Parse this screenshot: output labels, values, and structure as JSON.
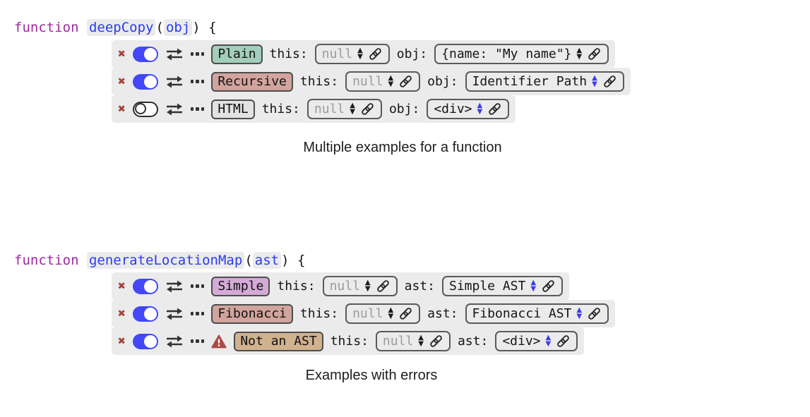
{
  "icons": {
    "delete": "✖",
    "up": "▲",
    "down": "▼"
  },
  "labels": {
    "this": "this:"
  },
  "colors": {
    "keyword": "#9c2a9e",
    "identifier": "#2b3bf2",
    "toggle_on": "#4247f8",
    "delete_x": "#a8423a",
    "warning": "#ad4a45",
    "row_bg": "#ebebeb",
    "black_arrows": "#1c1c1c",
    "blue_arrows": "#3b3bf0",
    "null_text": "#9b9b9b"
  },
  "blocks": [
    {
      "signature": {
        "keyword": "function",
        "name": "deepCopy",
        "open": "(",
        "param": "obj",
        "close": ") {"
      },
      "caption": "Multiple examples for a function",
      "rows": [
        {
          "name": "Plain",
          "badge_bg": "#a3cebc",
          "toggle": "on",
          "this_value": "null",
          "this_color": "#9b9b9b",
          "this_arrows": "#1c1c1c",
          "arg_label": "obj:",
          "arg_value": "{name: \"My name\"}",
          "arg_color": "#161616",
          "arg_arrows": "#1c1c1c"
        },
        {
          "name": "Recursive",
          "badge_bg": "#d1a49d",
          "toggle": "on",
          "this_value": "null",
          "this_color": "#9b9b9b",
          "this_arrows": "#1c1c1c",
          "arg_label": "obj:",
          "arg_value": "Identifier Path",
          "arg_color": "#161616",
          "arg_arrows": "#3b3bf0"
        },
        {
          "name": "HTML",
          "badge_bg": "#e2e2e2",
          "toggle": "off",
          "this_value": "null",
          "this_color": "#9b9b9b",
          "this_arrows": "#1c1c1c",
          "arg_label": "obj:",
          "arg_value": "<div>",
          "arg_color": "#161616",
          "arg_arrows": "#3b3bf0"
        }
      ]
    },
    {
      "signature": {
        "keyword": "function",
        "name": "generateLocationMap",
        "open": "(",
        "param": "ast",
        "close": ") {"
      },
      "caption": "Examples with errors",
      "rows": [
        {
          "name": "Simple",
          "badge_bg": "#d4aad7",
          "toggle": "on",
          "this_value": "null",
          "this_color": "#9b9b9b",
          "this_arrows": "#1c1c1c",
          "arg_label": "ast:",
          "arg_value": "Simple AST",
          "arg_color": "#161616",
          "arg_arrows": "#3b3bf0"
        },
        {
          "name": "Fibonacci",
          "badge_bg": "#d1a49d",
          "toggle": "on",
          "this_value": "null",
          "this_color": "#9b9b9b",
          "this_arrows": "#1c1c1c",
          "arg_label": "ast:",
          "arg_value": "Fibonacci AST",
          "arg_color": "#161616",
          "arg_arrows": "#3b3bf0"
        },
        {
          "name": "Not an AST",
          "badge_bg": "#d0b28e",
          "toggle": "on",
          "has_error": "true",
          "this_value": "null",
          "this_color": "#9b9b9b",
          "this_arrows": "#1c1c1c",
          "arg_label": "ast:",
          "arg_value": "<div>",
          "arg_color": "#161616",
          "arg_arrows": "#3b3bf0"
        }
      ]
    }
  ]
}
